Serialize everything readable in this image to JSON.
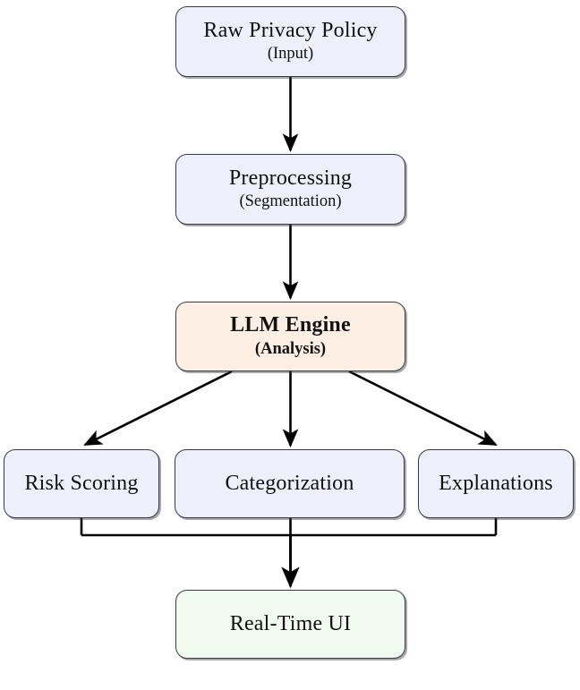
{
  "diagram": {
    "type": "flowchart",
    "orientation": "top-to-bottom",
    "nodes": [
      {
        "id": "input",
        "title": "Raw Privacy Policy",
        "subtitle": "(Input)",
        "fill": "#EFEFFB",
        "stroke": "#3a3a46",
        "emphasis": false
      },
      {
        "id": "preprocess",
        "title": "Preprocessing",
        "subtitle": "(Segmentation)",
        "fill": "#EFEFFB",
        "stroke": "#3a3a46",
        "emphasis": false
      },
      {
        "id": "llm",
        "title": "LLM Engine",
        "subtitle": "(Analysis)",
        "fill": "#FDEFE4",
        "stroke": "#3a3a46",
        "emphasis": true
      },
      {
        "id": "risk",
        "title": "Risk Scoring",
        "subtitle": "",
        "fill": "#EFEFFB",
        "stroke": "#3a3a46",
        "emphasis": false
      },
      {
        "id": "category",
        "title": "Categorization",
        "subtitle": "",
        "fill": "#EFEFFB",
        "stroke": "#3a3a46",
        "emphasis": false
      },
      {
        "id": "explanations",
        "title": "Explanations",
        "subtitle": "",
        "fill": "#EFEFFB",
        "stroke": "#3a3a46",
        "emphasis": false
      },
      {
        "id": "ui",
        "title": "Real-Time UI",
        "subtitle": "",
        "fill": "#F1FAEF",
        "stroke": "#3a3a46",
        "emphasis": false
      }
    ],
    "edges": [
      {
        "from": "input",
        "to": "preprocess",
        "style": "straight-arrow",
        "label": ""
      },
      {
        "from": "preprocess",
        "to": "llm",
        "style": "straight-arrow",
        "label": ""
      },
      {
        "from": "llm",
        "to": "risk",
        "style": "diagonal-arrow",
        "label": ""
      },
      {
        "from": "llm",
        "to": "category",
        "style": "straight-arrow",
        "label": ""
      },
      {
        "from": "llm",
        "to": "explanations",
        "style": "diagonal-arrow",
        "label": ""
      },
      {
        "from": "risk",
        "to": "ui",
        "style": "bus-merge",
        "label": ""
      },
      {
        "from": "category",
        "to": "ui",
        "style": "bus-merge",
        "label": ""
      },
      {
        "from": "explanations",
        "to": "ui",
        "style": "bus-merge-arrow",
        "label": ""
      }
    ],
    "edge_color": "#000000",
    "background": "#FFFFFF"
  }
}
